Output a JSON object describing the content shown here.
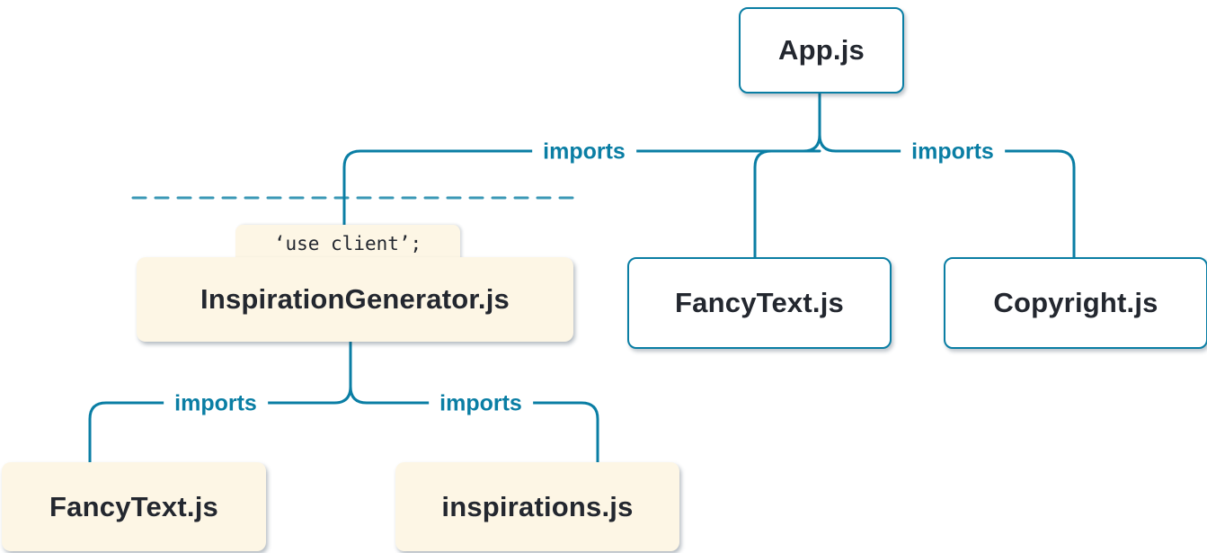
{
  "diagram": {
    "nodes": {
      "app": {
        "label": "App.js"
      },
      "inspiration_generator": {
        "label": "InspirationGenerator.js",
        "directive": "‘use client’;"
      },
      "fancy_text_top": {
        "label": "FancyText.js"
      },
      "copyright": {
        "label": "Copyright.js"
      },
      "fancy_text_bottom": {
        "label": "FancyText.js"
      },
      "inspirations": {
        "label": "inspirations.js"
      }
    },
    "edge_labels": {
      "app_to_inspiration_generator": "imports",
      "app_to_copyright": "imports",
      "inspiration_generator_to_fancy_text": "imports",
      "inspiration_generator_to_inspirations": "imports"
    },
    "colors": {
      "line": "#0a7ea4",
      "client_bg": "#fdf6e5",
      "server_bg": "#ffffff",
      "text": "#23272f",
      "background": "#ffffff"
    }
  }
}
